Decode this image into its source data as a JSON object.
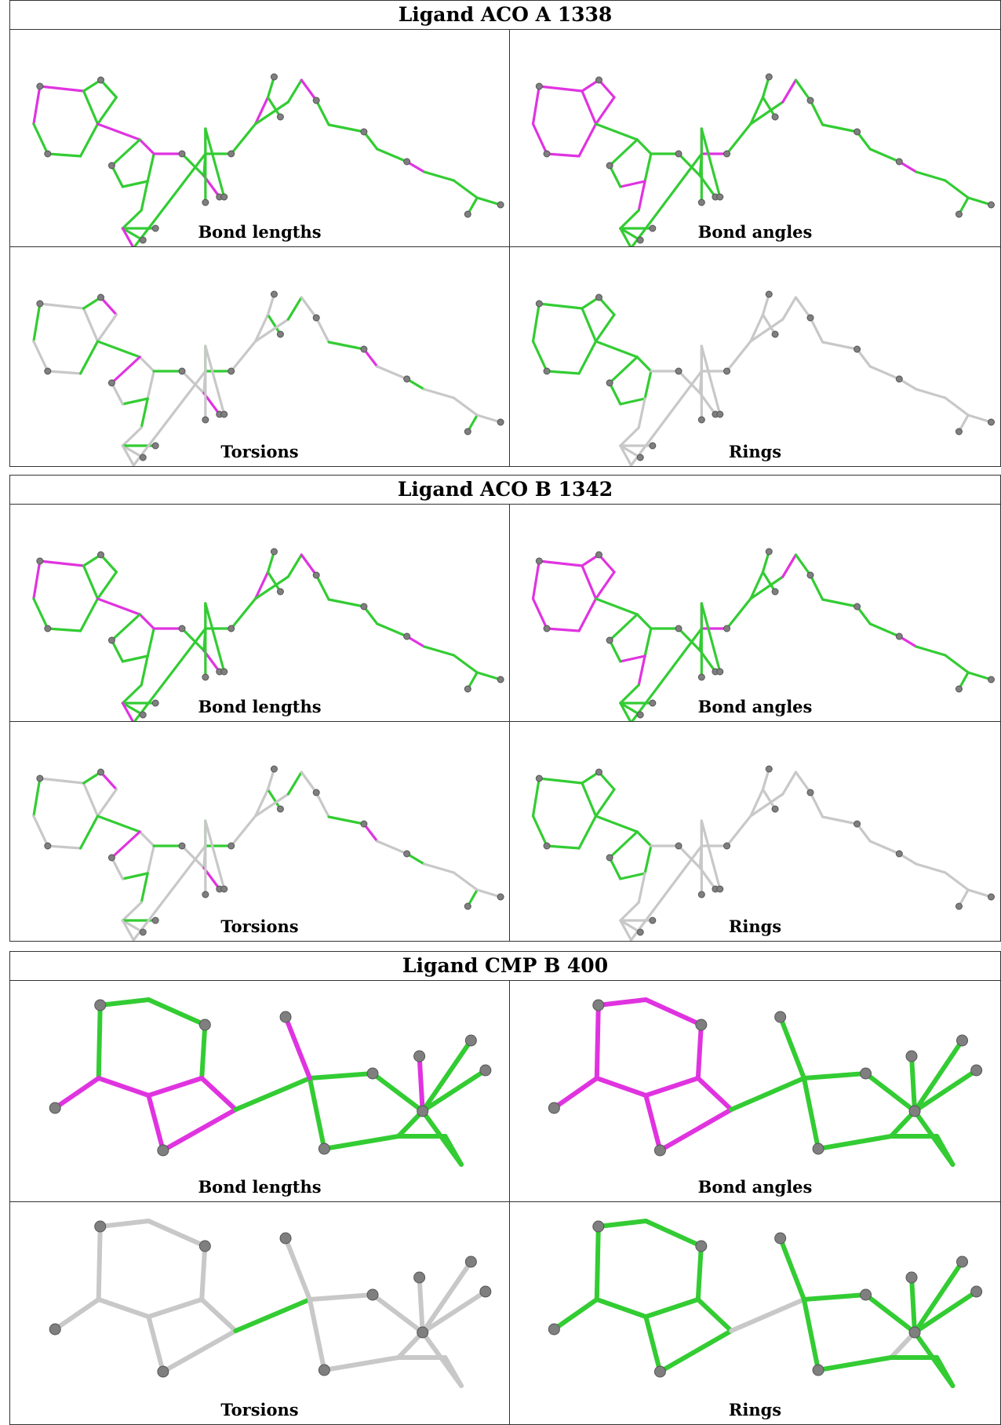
{
  "colors": {
    "outlier": "#e033e0",
    "ok": "#33cc33",
    "not_analyzed": "#c8c8c8",
    "atom": "#7f7f7f",
    "border": "#333333"
  },
  "blocks": [
    {
      "title": "Ligand ACO A 1338",
      "molecule": "aco",
      "panels": [
        {
          "label": "Bond lengths",
          "ring_style": "mixed-lengths"
        },
        {
          "label": "Bond angles",
          "ring_style": "mixed-angles"
        },
        {
          "label": "Torsions",
          "ring_style": "torsions"
        },
        {
          "label": "Rings",
          "ring_style": "rings"
        }
      ]
    },
    {
      "title": "Ligand ACO B 1342",
      "molecule": "aco",
      "panels": [
        {
          "label": "Bond lengths",
          "ring_style": "mixed-lengths"
        },
        {
          "label": "Bond angles",
          "ring_style": "mixed-angles"
        },
        {
          "label": "Torsions",
          "ring_style": "torsions"
        },
        {
          "label": "Rings",
          "ring_style": "rings"
        }
      ]
    },
    {
      "title": "Ligand CMP B 400",
      "molecule": "cmp",
      "panels": [
        {
          "label": "Bond lengths",
          "ring_style": "mixed-lengths"
        },
        {
          "label": "Bond angles",
          "ring_style": "mixed-angles"
        },
        {
          "label": "Torsions",
          "ring_style": "torsions"
        },
        {
          "label": "Rings",
          "ring_style": "rings"
        }
      ]
    }
  ]
}
